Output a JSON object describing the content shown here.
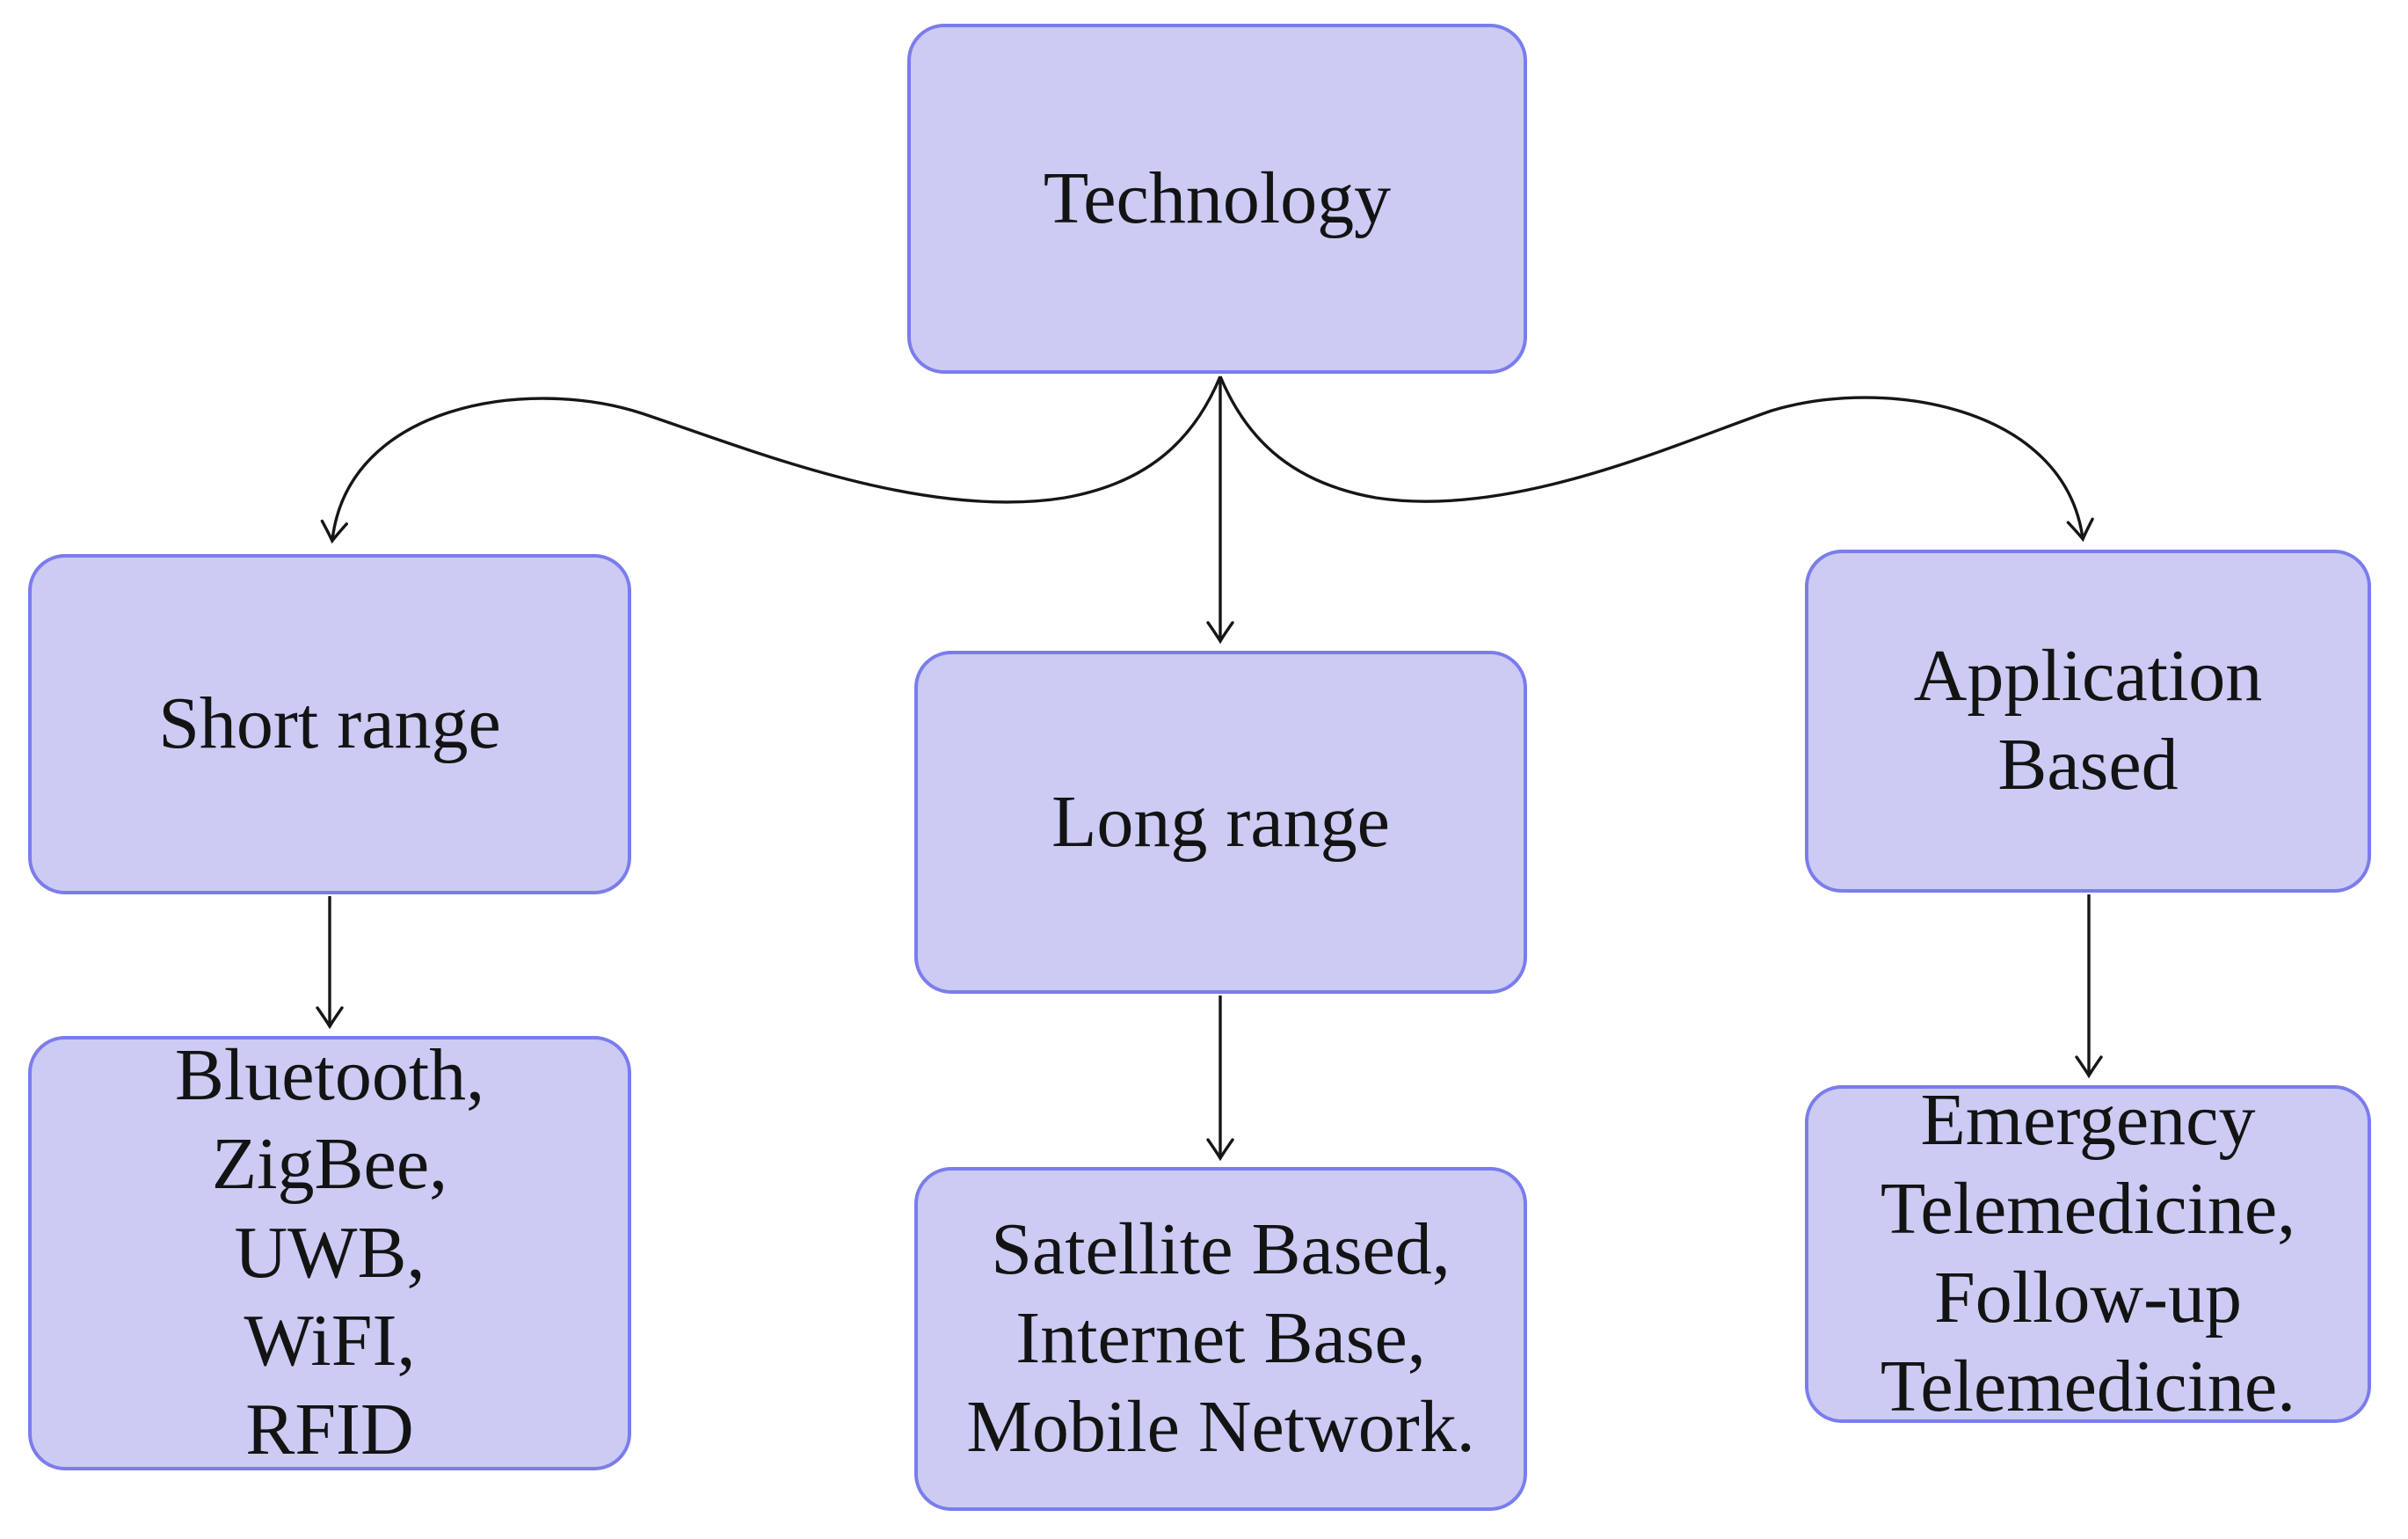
{
  "diagram": {
    "colors": {
      "background": "#ffffff",
      "node_fill": "#cbcbf4",
      "node_border": "#7b7cec",
      "arrow_color": "#161616",
      "text_color": "#131313"
    },
    "nodes": {
      "technology": {
        "label": "Technology"
      },
      "short_range": {
        "label": "Short range"
      },
      "long_range": {
        "label": "Long range"
      },
      "application_based": {
        "label": "Application\nBased"
      },
      "short_range_items": {
        "label": "Bluetooth,\nZigBee,\nUWB,\nWiFI,\nRFID"
      },
      "long_range_items": {
        "label": "Satellite Based,\nInternet Base,\nMobile Network."
      },
      "application_based_items": {
        "label": "Emergency\nTelemedicine,\nFollow-up\nTelemedicine."
      }
    },
    "edges": [
      {
        "from": "technology",
        "to": "short_range"
      },
      {
        "from": "technology",
        "to": "long_range"
      },
      {
        "from": "technology",
        "to": "application_based"
      },
      {
        "from": "short_range",
        "to": "short_range_items"
      },
      {
        "from": "long_range",
        "to": "long_range_items"
      },
      {
        "from": "application_based",
        "to": "application_based_items"
      }
    ]
  }
}
